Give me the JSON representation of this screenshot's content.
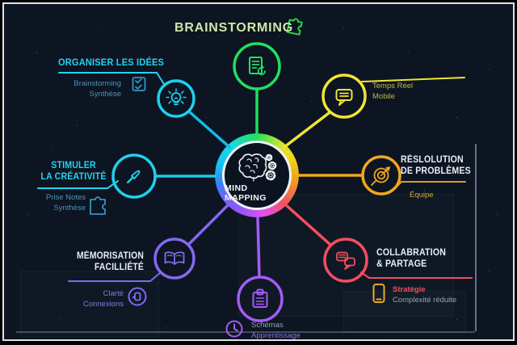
{
  "title": {
    "text": "BRAINSTORMING",
    "icon": "puzzle-icon",
    "color": "#d0e6a9"
  },
  "center": {
    "label": "MIND MAPPING",
    "icon": "brain-gears-icon"
  },
  "nodes": {
    "organiser": {
      "heading": "ORGANISER LES IDÉES",
      "subs": [
        "Brainstorming",
        "Synthèse"
      ],
      "icon": "lightbulb-icon",
      "sub_icon": "checklist-icon",
      "color": "#23d3f0"
    },
    "temps_reel": {
      "subs": [
        "Temps Réel",
        "Mobile"
      ],
      "icon": "speech-bubble-icon",
      "color": "#f2e432"
    },
    "resolution": {
      "heading_line1": "RÉSLOLUTION",
      "heading_line2": "DE PROBLÈMES",
      "subs": [
        "Équipe"
      ],
      "icon": "target-dart-icon",
      "color": "#f0a71f"
    },
    "collaboration": {
      "heading_line1": "COLLABRATION",
      "heading_line2": "& PARTAGE",
      "subs": [
        "Stratégie",
        "Complexité réduite"
      ],
      "icon": "chat-bubbles-icon",
      "sub_icon": "smartphone-icon",
      "color": "#f54e60"
    },
    "schemas": {
      "subs": [
        "Schémas",
        "Apprentissage"
      ],
      "icon": "clipboard-icon",
      "sub_icon": "clock-icon",
      "color": "#a45cf5"
    },
    "memorisation": {
      "heading_line1": "MÉMORISATION",
      "heading_line2": "FACILLIÉTÉ",
      "subs": [
        "Clarté",
        "Connexions"
      ],
      "icon": "open-book-icon",
      "sub_icon": "hand-icon",
      "color": "#8468ee"
    },
    "stimuler": {
      "heading_line1": "STIMULER",
      "heading_line2": "LA CRÉATIVITÉ",
      "subs": [
        "Prise Notes",
        "Synthèse"
      ],
      "icon": "paintbrush-icon",
      "sub_icon": "puzzle-icon",
      "color": "#1fd0ee"
    },
    "report": {
      "icon": "document-report-icon",
      "color": "#20e061"
    }
  }
}
